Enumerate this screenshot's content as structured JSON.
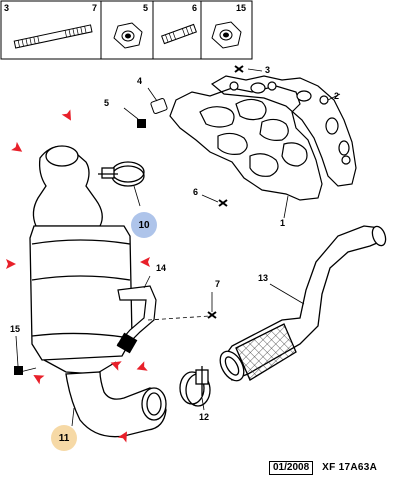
{
  "header_cells": [
    "3",
    "7",
    "5",
    "6",
    "15"
  ],
  "callouts": {
    "c1": "1",
    "c2": "2",
    "c3": "3",
    "c4": "4",
    "c5": "5",
    "c6": "6",
    "c7": "7",
    "c12": "12",
    "c13": "13",
    "c14": "14",
    "c15": "15"
  },
  "highlighted": {
    "c10": "10",
    "c11": "11"
  },
  "colors": {
    "blue_circle": "#aec4ea",
    "orange_circle": "#f6d9a6",
    "arrow": "#e8202a"
  },
  "footer": {
    "date": "01/2008",
    "ref": "XF 17A63A"
  }
}
